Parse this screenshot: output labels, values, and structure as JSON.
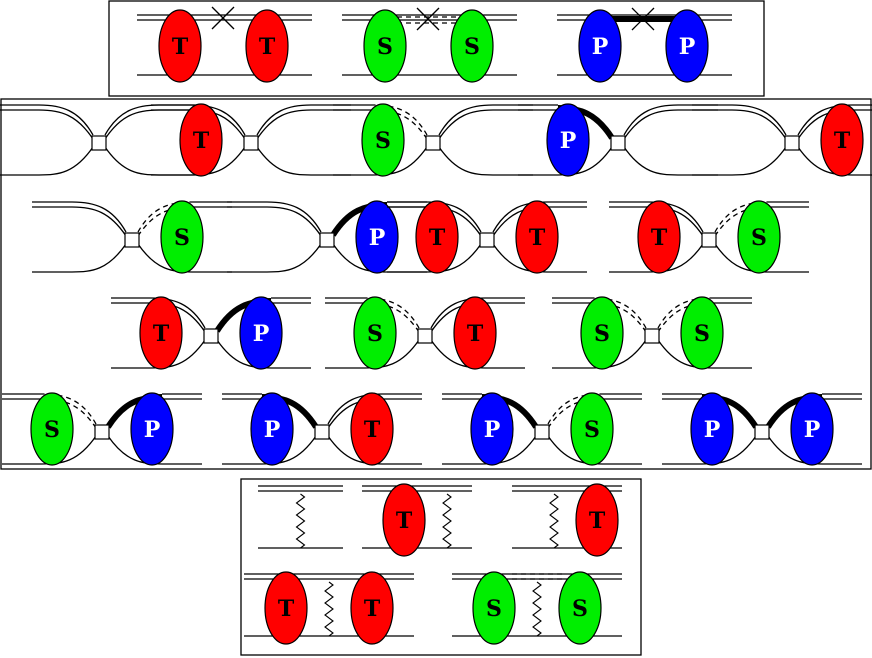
{
  "colors": {
    "T": "#ff0000",
    "S": "#00ee00",
    "P": "#0000ff",
    "text_on_T": "#000000",
    "text_on_S": "#000000",
    "text_on_P": "#ffffff",
    "line": "#000000",
    "background": "#ffffff"
  },
  "letters": {
    "T": "T",
    "S": "S",
    "P": "P"
  },
  "panels": [
    {
      "name": "panel-bare-propagators",
      "rows": [
        [
          [
            "T",
            "T"
          ],
          [
            "S",
            "S"
          ],
          [
            "P",
            "P"
          ]
        ]
      ]
    },
    {
      "name": "panel-contact-vertex",
      "rows": [
        [
          [
            "",
            ""
          ],
          [
            "T",
            ""
          ],
          [
            "S",
            ""
          ],
          [
            "P",
            ""
          ],
          [
            "",
            "T"
          ]
        ],
        [
          [
            "",
            "S"
          ],
          [
            "",
            "P"
          ],
          [
            "T",
            "T"
          ],
          [
            "T",
            "S"
          ]
        ],
        [
          [
            "T",
            "P"
          ],
          [
            "S",
            "T"
          ],
          [
            "S",
            "S"
          ]
        ],
        [
          [
            "S",
            "P"
          ],
          [
            "P",
            "T"
          ],
          [
            "P",
            "S"
          ],
          [
            "P",
            "P"
          ]
        ]
      ]
    },
    {
      "name": "panel-boson-exchange",
      "rows": [
        [
          [
            "",
            ""
          ],
          [
            "T",
            ""
          ],
          [
            "",
            "T"
          ]
        ],
        [
          [
            "T",
            "T"
          ],
          [
            "S",
            "S"
          ]
        ]
      ]
    }
  ]
}
